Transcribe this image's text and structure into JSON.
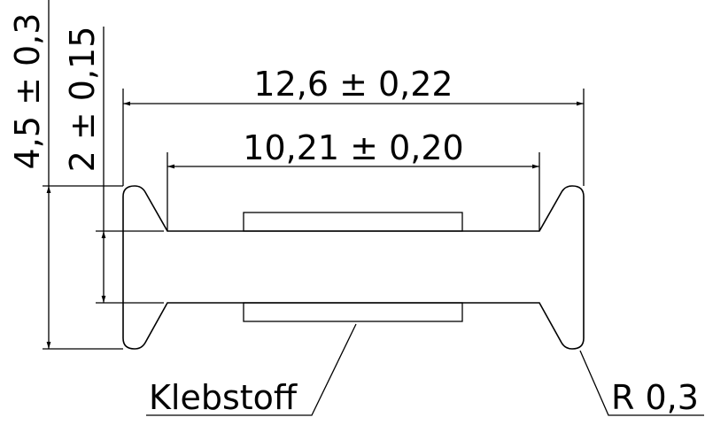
{
  "dimensions": {
    "total_width": "12,6 ± 0,22",
    "inner_width": "10,21 ± 0,20",
    "total_height": "4,5 ± 0,3",
    "body_height": "2 ± 0,15"
  },
  "labels": {
    "adhesive": "Klebstoff",
    "radius": "R 0,3"
  },
  "colors": {
    "part_fill": "#d9d9d9",
    "line": "#000000"
  }
}
